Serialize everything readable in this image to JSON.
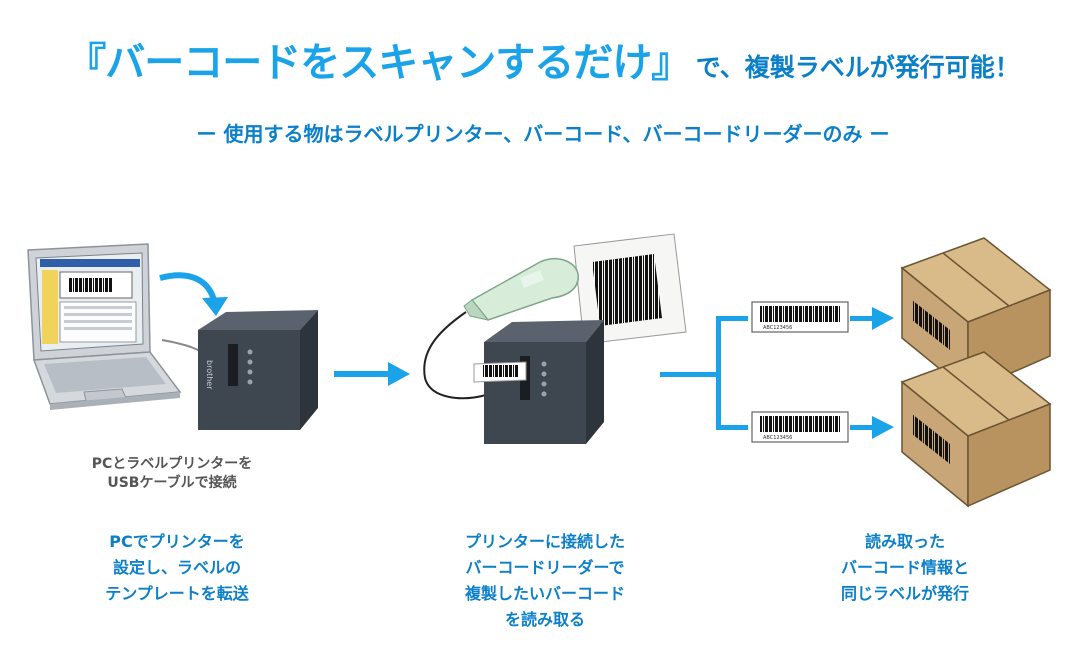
{
  "header": {
    "title_main": "『バーコードをスキャンするだけ』",
    "title_rest": "で、複製ラベルが発行可能！",
    "subtitle": "ー 使用する物はラベルプリンター、バーコード、バーコードリーダーのみ ー"
  },
  "illustrations": {
    "printer_brand": "brother",
    "barcode_number": "ABC123456"
  },
  "captions": {
    "connection": [
      "PCとラベルプリンターを",
      "USBケーブルで接続"
    ]
  },
  "steps": [
    {
      "lines": [
        "PCでプリンターを",
        "設定し、ラベルの",
        "テンプレートを転送"
      ]
    },
    {
      "lines": [
        "プリンターに接続した",
        "バーコードリーダーで",
        "複製したいバーコード",
        "を読み取る"
      ]
    },
    {
      "lines": [
        "読み取った",
        "バーコード情報と",
        "同じラベルが発行"
      ]
    }
  ],
  "colors": {
    "accent": "#1aa3e8",
    "accent_dark": "#0b7fc8",
    "printer": "#3e4650",
    "box": "#c9a677"
  }
}
